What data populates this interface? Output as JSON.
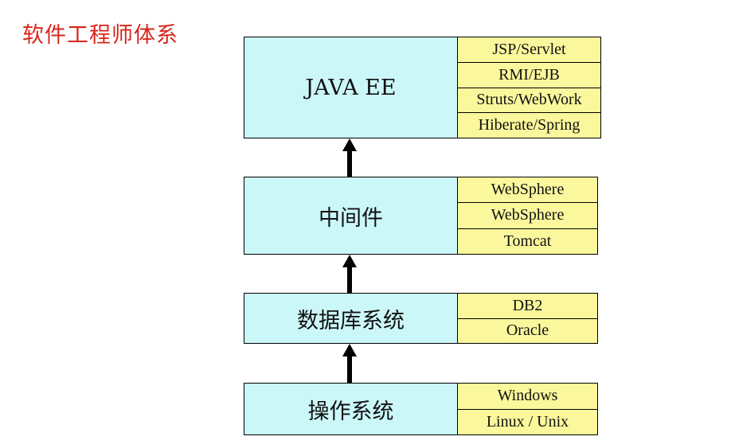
{
  "title": "软件工程师体系",
  "layers": [
    {
      "name": "JAVA EE",
      "technologies": [
        "JSP/Servlet",
        "RMI/EJB",
        "Struts/WebWork",
        "Hiberate/Spring"
      ]
    },
    {
      "name": "中间件",
      "technologies": [
        "WebSphere",
        "WebSphere",
        "Tomcat"
      ]
    },
    {
      "name": "数据库系统",
      "technologies": [
        "DB2",
        "Oracle"
      ]
    },
    {
      "name": "操作系统",
      "technologies": [
        "Windows",
        "Linux / Unix"
      ]
    }
  ]
}
